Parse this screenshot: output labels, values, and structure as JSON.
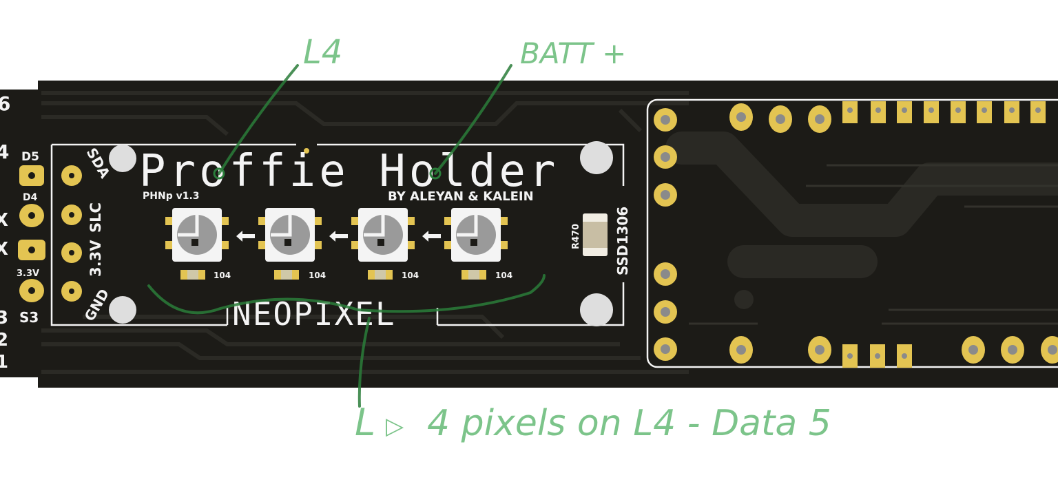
{
  "board": {
    "title": "Proffie Holder",
    "version": "PHNp v1.3",
    "credit": "BY ALEYAN & KALEIN",
    "section_label": "NEOPIXEL",
    "oled_label": "SSD1306",
    "resistor_label": "R470",
    "cap_label": "104",
    "left_pins": [
      "SDA",
      "SLC",
      "3.3V",
      "GND"
    ],
    "edge_pins": [
      "D5",
      "D4",
      "3.3V",
      "S3"
    ],
    "edge_partial": [
      "6",
      "4",
      "X",
      "X",
      "3",
      "2",
      "1"
    ]
  },
  "annotations": {
    "l4": "L4",
    "batt": "BATT +",
    "note": "L4 pixels on L4 - Data 5",
    "note_prefix": "L",
    "note_arrow": "▷",
    "note_body": "4 pixels on L4 - Data 5"
  },
  "colors": {
    "pcb": "#1c1b17",
    "trace": "#2b2a25",
    "pad": "#e3c452",
    "ink": "#7cc48a",
    "dark_ink": "#2a7d3a"
  }
}
